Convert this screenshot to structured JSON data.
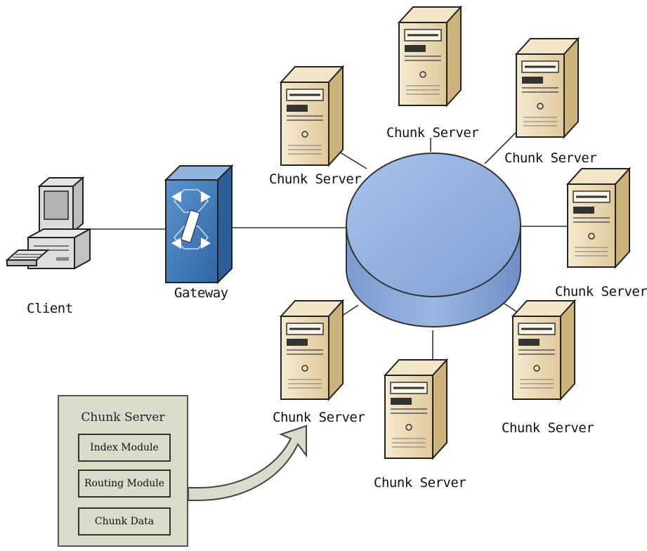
{
  "labels": {
    "client": "Client",
    "gateway": "Gateway",
    "servers": [
      "Chunk Server",
      "Chunk Server",
      "Chunk Server",
      "Chunk Server",
      "Chunk Server",
      "Chunk Server",
      "Chunk Server"
    ]
  },
  "detail": {
    "title": "Chunk Server",
    "modules": [
      "Index Module",
      "Routing Module",
      "Chunk Data"
    ]
  },
  "colors": {
    "network_disk": "#9ab6e2",
    "gateway": "#3f78b8",
    "server_body": "#e8d6ad",
    "detail_fill": "#d8dcc9"
  }
}
